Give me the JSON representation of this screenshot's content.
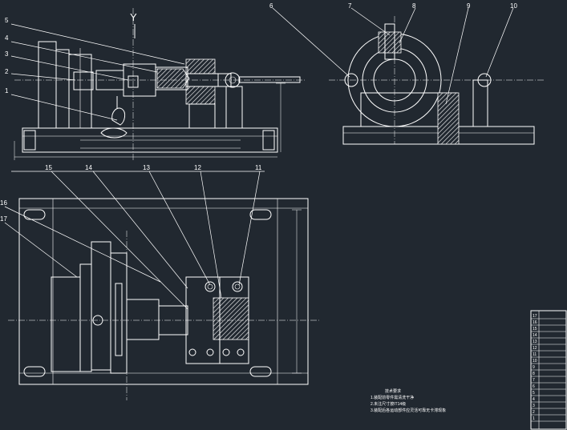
{
  "view_label": "Y",
  "part_labels": [
    "1",
    "2",
    "3",
    "4",
    "5",
    "6",
    "7",
    "8",
    "9",
    "10",
    "11",
    "12",
    "13",
    "14",
    "15",
    "16",
    "17"
  ],
  "notes": {
    "title": "技术要求",
    "items": [
      "1.装配前零件需清洗干净",
      "2.未注尺寸按IT14级",
      "3.装配后各运动部件应灵活可靠无卡滞现象"
    ]
  },
  "title_block": {
    "rows": [
      "17",
      "16",
      "15",
      "14",
      "13",
      "12",
      "11",
      "10",
      "9",
      "8",
      "7",
      "6",
      "5",
      "4",
      "3",
      "2",
      "1"
    ]
  }
}
